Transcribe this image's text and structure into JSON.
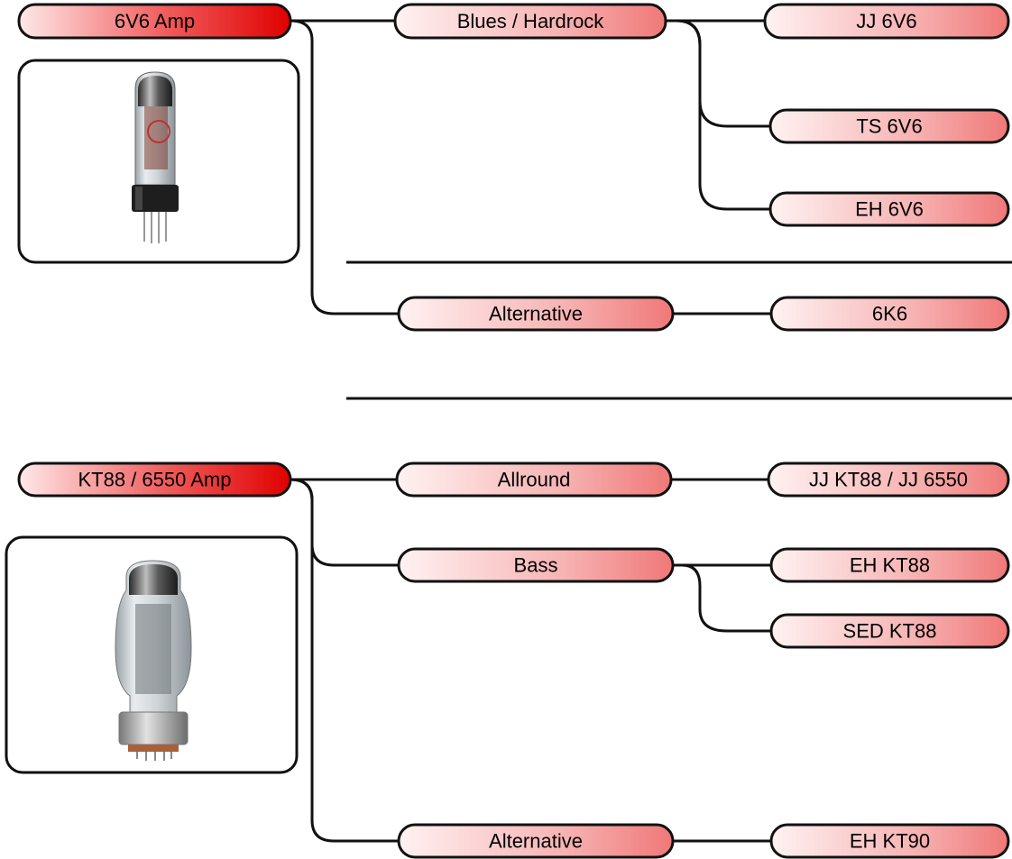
{
  "groups": [
    {
      "root": "6V6 Amp",
      "tube_image": "6v6-tube",
      "categories": [
        {
          "label": "Blues / Hardrock",
          "tubes": [
            "JJ 6V6",
            "TS 6V6",
            "EH 6V6"
          ]
        },
        {
          "label": "Alternative",
          "tubes": [
            "6K6"
          ]
        }
      ]
    },
    {
      "root": "KT88 / 6550 Amp",
      "tube_image": "kt88-tube",
      "categories": [
        {
          "label": "Allround",
          "tubes": [
            "JJ KT88 / JJ 6550"
          ]
        },
        {
          "label": "Bass",
          "tubes": [
            "EH KT88",
            "SED KT88"
          ]
        },
        {
          "label": "Alternative",
          "tubes": [
            "EH KT90"
          ]
        }
      ]
    }
  ],
  "colors": {
    "root_fill_light": "#ffe9e9",
    "root_fill_dark": "#e00000",
    "node_fill_light": "#fff2f2",
    "node_fill_dark": "#f07878",
    "stroke": "#111111"
  }
}
